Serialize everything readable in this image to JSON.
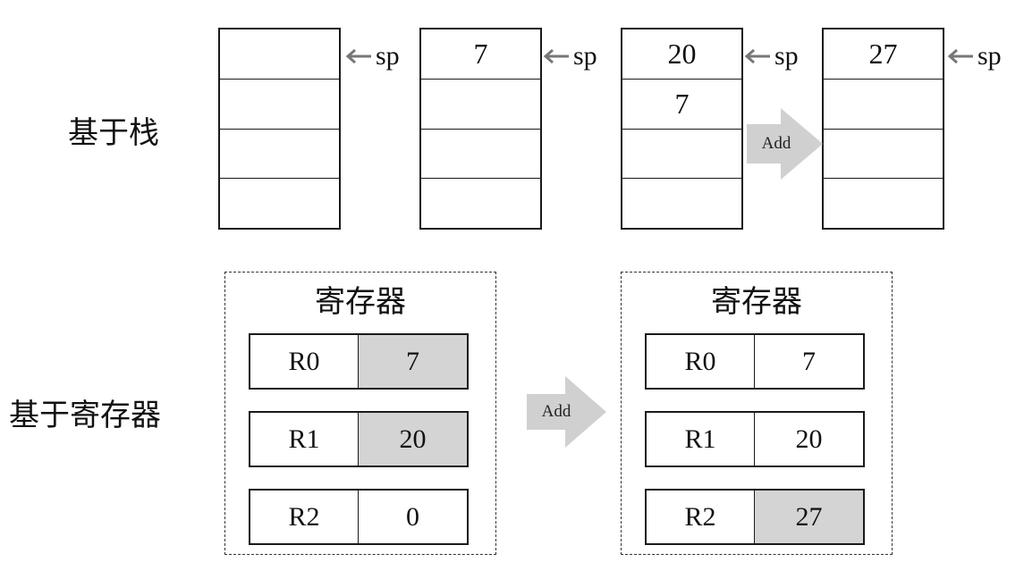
{
  "labels": {
    "stack_based": "基于栈",
    "register_based": "基于寄存器"
  },
  "stacks": [
    {
      "cells": [
        "",
        "",
        "",
        ""
      ]
    },
    {
      "cells": [
        "7",
        "",
        "",
        ""
      ]
    },
    {
      "cells": [
        "20",
        "7",
        "",
        ""
      ]
    },
    {
      "cells": [
        "27",
        "",
        "",
        ""
      ]
    }
  ],
  "sp_label": "sp",
  "add_label": "Add",
  "register_panels": [
    {
      "title": "寄存器",
      "registers": [
        {
          "name": "R0",
          "value": "7",
          "highlight": true
        },
        {
          "name": "R1",
          "value": "20",
          "highlight": true
        },
        {
          "name": "R2",
          "value": "0",
          "highlight": false
        }
      ]
    },
    {
      "title": "寄存器",
      "registers": [
        {
          "name": "R0",
          "value": "7",
          "highlight": false
        },
        {
          "name": "R1",
          "value": "20",
          "highlight": false
        },
        {
          "name": "R2",
          "value": "27",
          "highlight": true
        }
      ]
    }
  ],
  "colors": {
    "highlight": "#d4d4d4",
    "arrow": "#d0d0d0",
    "pointer": "#777777"
  }
}
